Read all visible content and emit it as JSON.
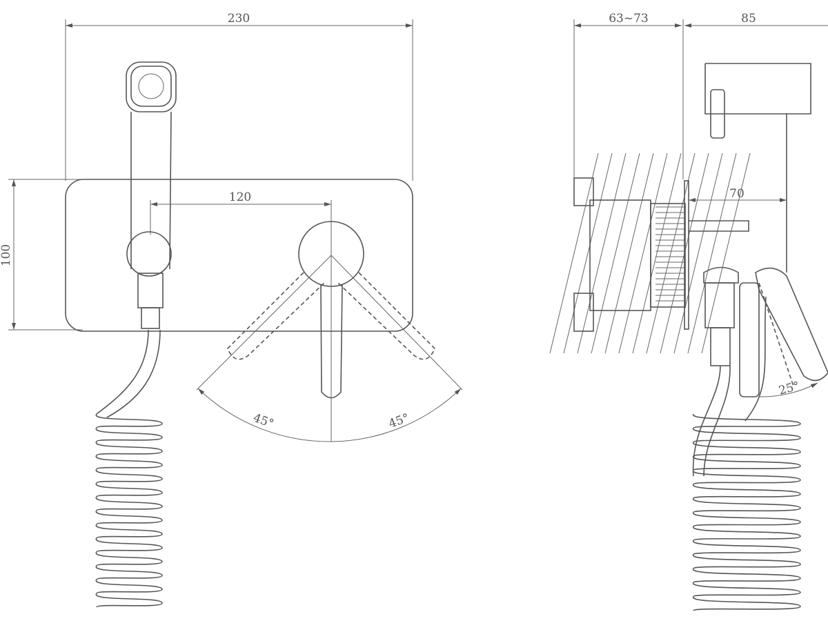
{
  "front_view": {
    "width_dim": "230",
    "height_dim": "100",
    "handle_spacing_dim": "120",
    "rotation_left": "45°",
    "rotation_right": "45°"
  },
  "side_view": {
    "wall_depth_dim": "63~73",
    "projection_dim": "85",
    "spout_dim": "70",
    "handset_angle": "25°"
  },
  "colors": {
    "line": "#555555",
    "background": "#ffffff"
  }
}
